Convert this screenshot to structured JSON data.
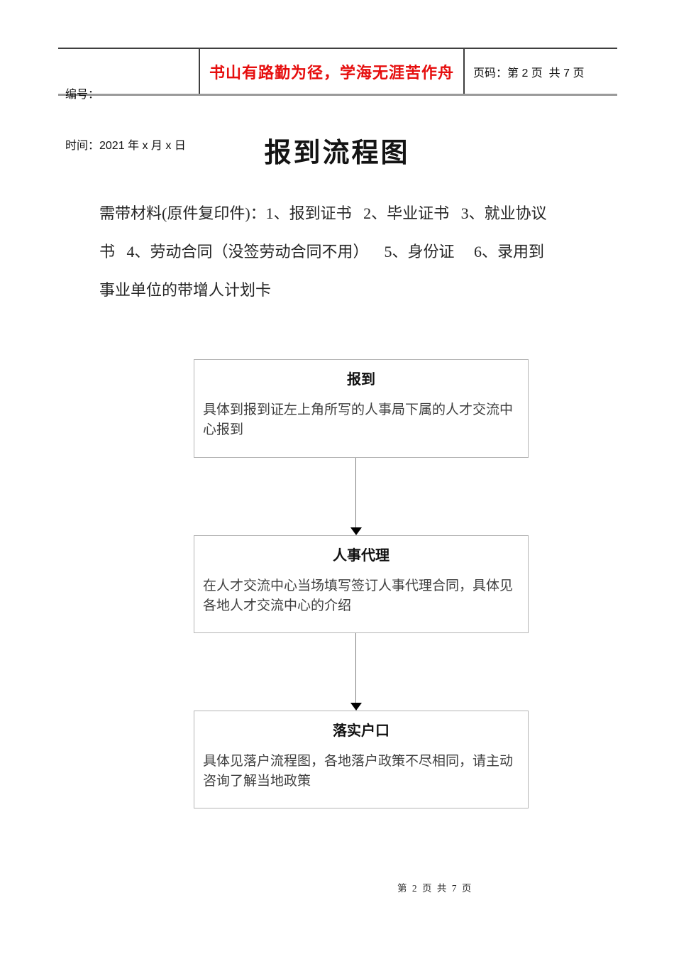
{
  "header": {
    "left_line1": "编号：",
    "left_line2": "时间：2021 年 x 月 x 日",
    "motto": "书山有路勤为径，学海无涯苦作舟",
    "motto_color": "#e60e0e",
    "page_info": "页码：第 2 页  共 7 页"
  },
  "title": "报到流程图",
  "intro_lines": [
    "需带材料(原件复印件)：1、报到证书   2、毕业证书   3、就业协议",
    "书   4、劳动合同（没签劳动合同不用）    5、身份证     6、录用到",
    "事业单位的带增人计划卡"
  ],
  "flowchart": {
    "nodes": [
      {
        "title": "报到",
        "body": "具体到报到证左上角所写的人事局下属的人才交流中心报到"
      },
      {
        "title": "人事代理",
        "body": "在人才交流中心当场填写签订人事代理合同，具体见各地人才交流中心的介绍"
      },
      {
        "title": "落实户口",
        "body": "具体见落户流程图，各地落户政策不尽相同，请主动咨询了解当地政策"
      }
    ]
  },
  "footer": "第 2 页 共 7 页"
}
